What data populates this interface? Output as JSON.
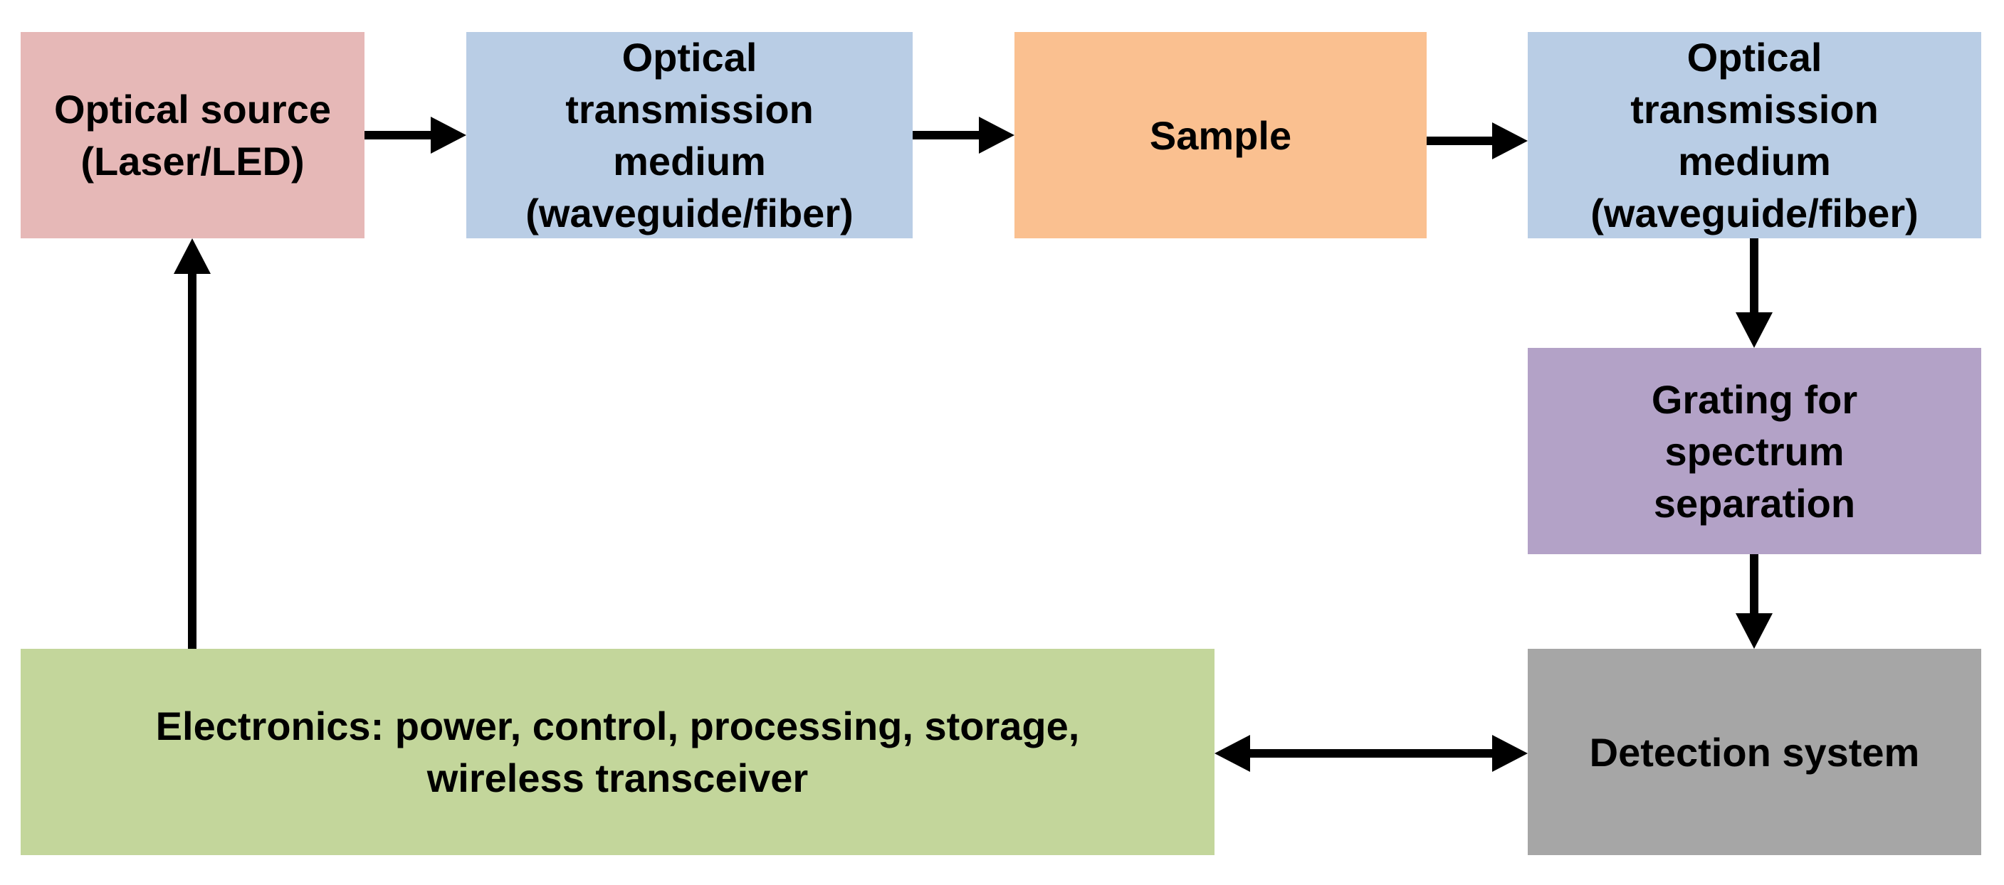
{
  "colors": {
    "source": "#e6b8b7",
    "transmission": "#b9cde5",
    "sample": "#fac090",
    "grating": "#b3a2c7",
    "detection": "#a6a6a6",
    "electronics": "#c3d69b",
    "arrow": "#000000"
  },
  "nodes": {
    "source": {
      "lines": [
        "Optical source",
        "(Laser/LED)"
      ]
    },
    "transmission_1": {
      "lines": [
        "Optical",
        "transmission",
        "medium",
        "(waveguide/fiber)"
      ]
    },
    "sample": {
      "lines": [
        "Sample"
      ]
    },
    "transmission_2": {
      "lines": [
        "Optical",
        "transmission",
        "medium",
        "(waveguide/fiber)"
      ]
    },
    "grating": {
      "lines": [
        "Grating for",
        "spectrum",
        "separation"
      ]
    },
    "detection": {
      "lines": [
        "Detection system"
      ]
    },
    "electronics": {
      "lines": [
        "Electronics: power, control, processing, storage,",
        "wireless transceiver"
      ]
    }
  },
  "edges": [
    {
      "from": "source",
      "to": "transmission_1",
      "direction": "one-way"
    },
    {
      "from": "transmission_1",
      "to": "sample",
      "direction": "one-way"
    },
    {
      "from": "sample",
      "to": "transmission_2",
      "direction": "one-way"
    },
    {
      "from": "transmission_2",
      "to": "grating",
      "direction": "one-way"
    },
    {
      "from": "grating",
      "to": "detection",
      "direction": "one-way"
    },
    {
      "from": "electronics",
      "to": "detection",
      "direction": "two-way"
    },
    {
      "from": "electronics",
      "to": "source",
      "direction": "one-way"
    }
  ]
}
